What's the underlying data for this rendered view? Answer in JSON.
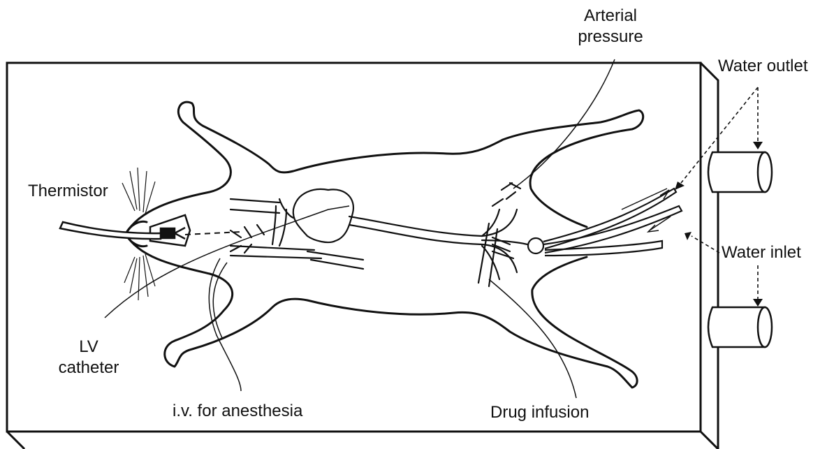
{
  "labels": {
    "arterial_pressure": [
      "Arterial",
      "pressure"
    ],
    "water_outlet": "Water outlet",
    "thermistor": "Thermistor",
    "water_inlet": "Water inlet",
    "lv_catheter": [
      "LV",
      "catheter"
    ],
    "iv_anesthesia": "i.v. for anesthesia",
    "drug_infusion": "Drug infusion"
  },
  "colors": {
    "stroke": "#111111",
    "background": "#ffffff"
  }
}
